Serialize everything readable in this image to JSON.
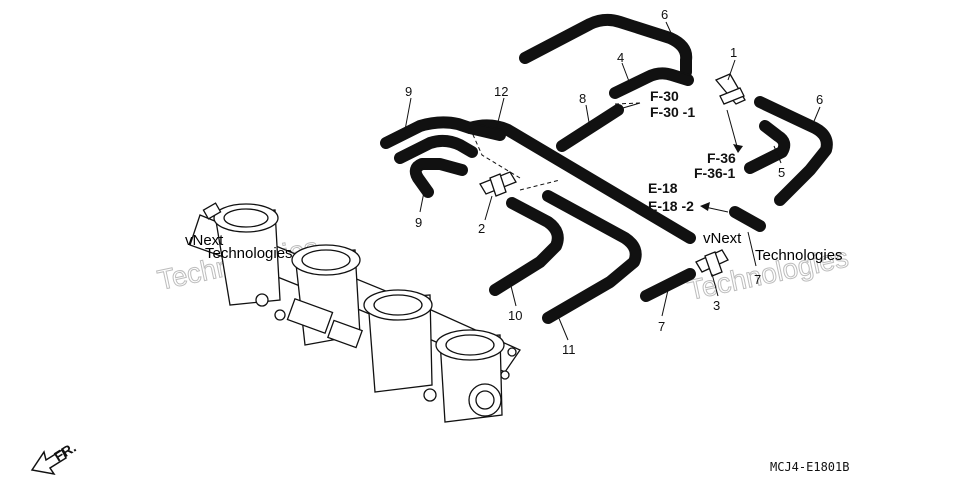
{
  "callouts": {
    "c1": "1",
    "c2": "2",
    "c3": "3",
    "c4": "4",
    "c5": "5",
    "c6a": "6",
    "c6b": "6",
    "c7a": "7",
    "c7b": "7",
    "c8": "8",
    "c9a": "9",
    "c9b": "9",
    "c10": "10",
    "c11": "11",
    "c12": "12"
  },
  "references": {
    "f30": "F-30",
    "f30_1": "F-30 -1",
    "f36": "F-36",
    "f36_1": "F-36-1",
    "e18": "E-18",
    "e18_2": "E-18 -2"
  },
  "direction_label": "FR.",
  "diagram_code": "MCJ4-E1801B",
  "watermark": {
    "line1": "vNext",
    "line2": "Technologies"
  },
  "colors": {
    "ink": "#111111",
    "hose_fill": "#ffffff",
    "watermark": "#bdbdbd"
  }
}
